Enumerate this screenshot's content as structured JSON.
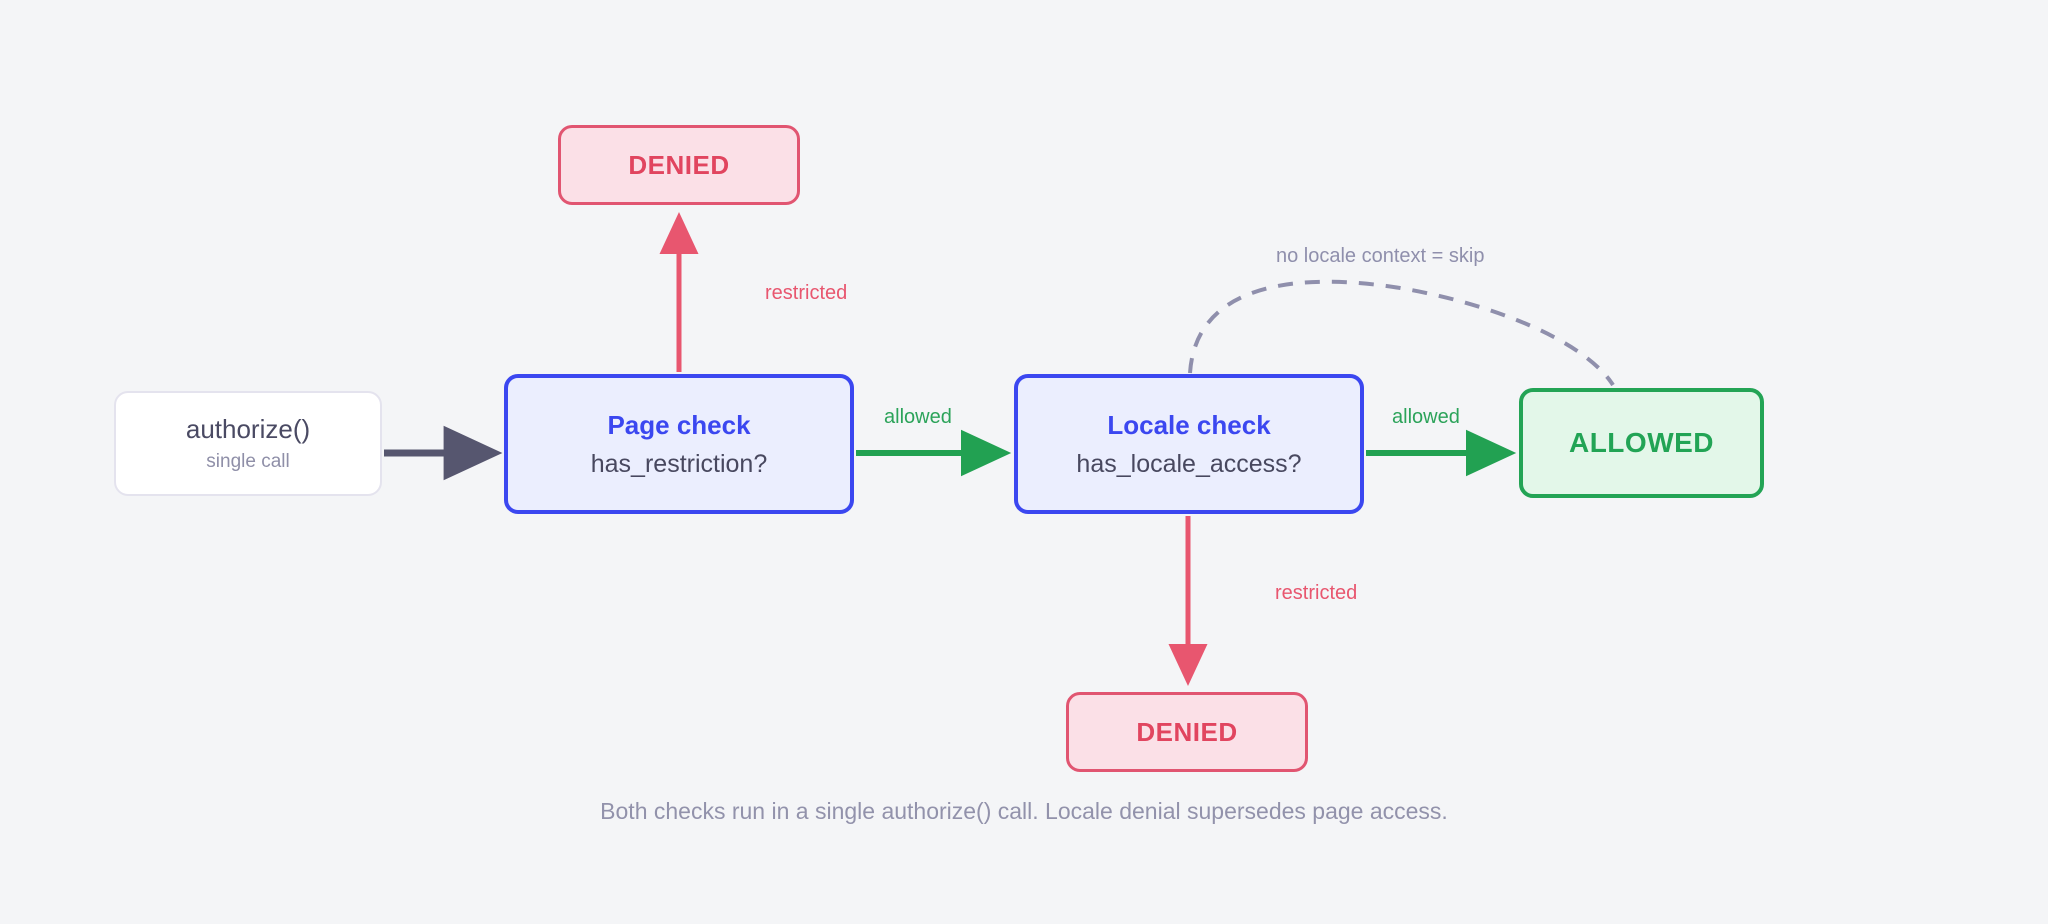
{
  "diagram": {
    "background_color": "#f4f5f7",
    "nodes": {
      "entry": {
        "title": "authorize()",
        "subtitle": "single call"
      },
      "page_check": {
        "title": "Page check",
        "subtitle": "has_restriction?"
      },
      "locale_check": {
        "title": "Locale check",
        "subtitle": "has_locale_access?"
      },
      "denied_page": {
        "label": "DENIED"
      },
      "denied_locale": {
        "label": "DENIED"
      },
      "allowed": {
        "label": "ALLOWED"
      }
    },
    "edges": {
      "entry_to_page": {
        "label": ""
      },
      "page_to_denied": {
        "label": "restricted"
      },
      "page_to_locale": {
        "label": "allowed"
      },
      "locale_to_denied": {
        "label": "restricted"
      },
      "locale_to_allowed": {
        "label": "allowed"
      },
      "locale_skip_to_allowed": {
        "label": "no locale context = skip"
      }
    },
    "caption": "Both checks run in a single authorize() call. Locale denial supersedes page access.",
    "colors": {
      "decision_border": "#3b47f0",
      "decision_fill": "#ebeefe",
      "denied_border": "#e15571",
      "denied_fill": "#fbe0e7",
      "allowed_border": "#23a455",
      "allowed_fill": "#e3f7e9",
      "edge_neutral": "#56566f",
      "edge_allow": "#22a152",
      "edge_deny": "#e8566f",
      "edge_skip": "#8f8fac"
    }
  }
}
